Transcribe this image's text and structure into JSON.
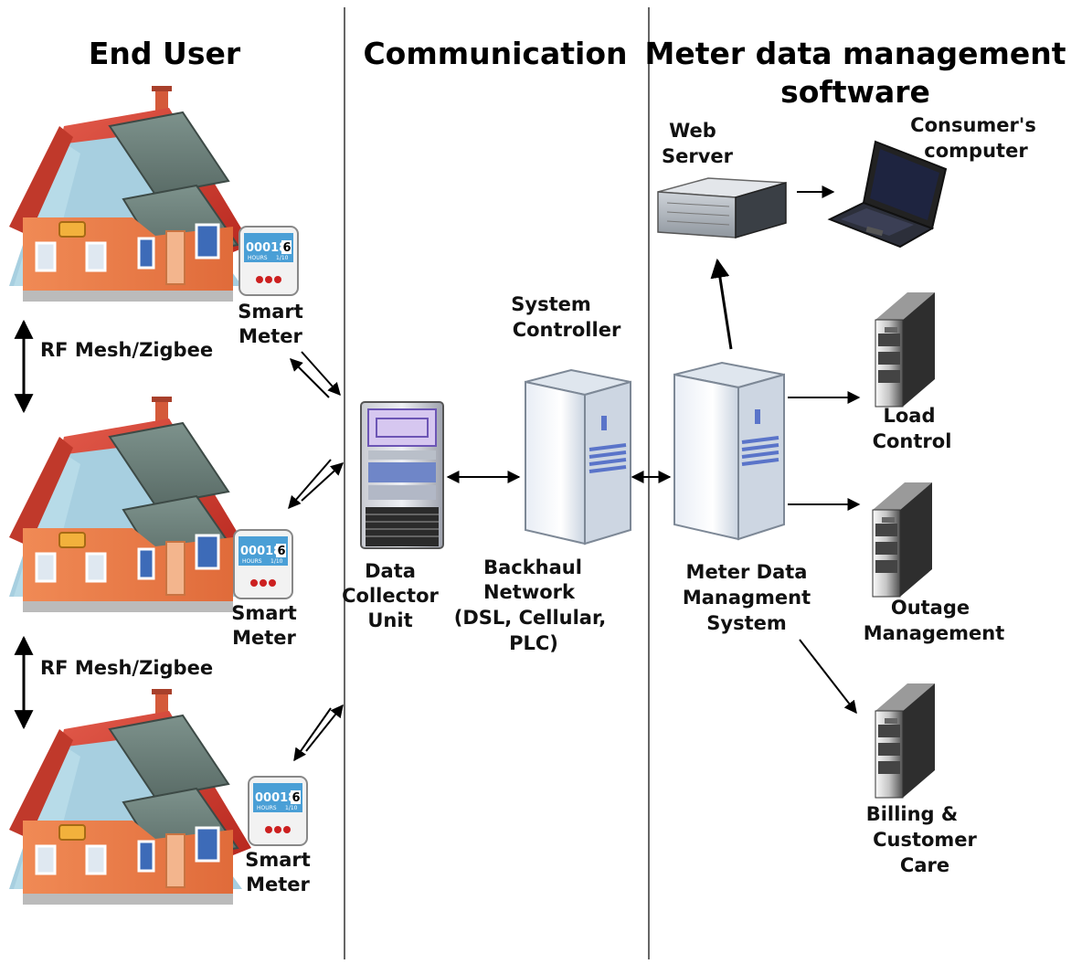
{
  "headers": {
    "end_user": "End User",
    "communication": "Communication",
    "mdm_line1": "Meter data management",
    "mdm_line2": "software"
  },
  "end_user": {
    "smart_meter_line1": "Smart",
    "smart_meter_line2": "Meter",
    "meter_reading": "00018",
    "meter_last_digit": "6",
    "meter_units": "HOURS",
    "meter_scale": "1/10",
    "link_label": "RF Mesh/Zigbee"
  },
  "communication": {
    "dcu_line1": "Data",
    "dcu_line2": "Collector",
    "dcu_line3": "Unit",
    "sysctrl_line1": "System",
    "sysctrl_line2": "Controller",
    "backhaul_line1": "Backhaul",
    "backhaul_line2": "Network",
    "backhaul_line3": "(DSL, Cellular,",
    "backhaul_line4": "PLC)"
  },
  "mdm": {
    "web_server_line1": "Web",
    "web_server_line2": "Server",
    "consumer_line1": "Consumer's",
    "consumer_line2": "computer",
    "mdms_line1": "Meter Data",
    "mdms_line2": "Managment",
    "mdms_line3": "System",
    "load_line1": "Load",
    "load_line2": "Control",
    "outage_line1": "Outage",
    "outage_line2": "Management",
    "billing_line1": "Billing &",
    "billing_line2": "Customer",
    "billing_line3": "Care"
  }
}
